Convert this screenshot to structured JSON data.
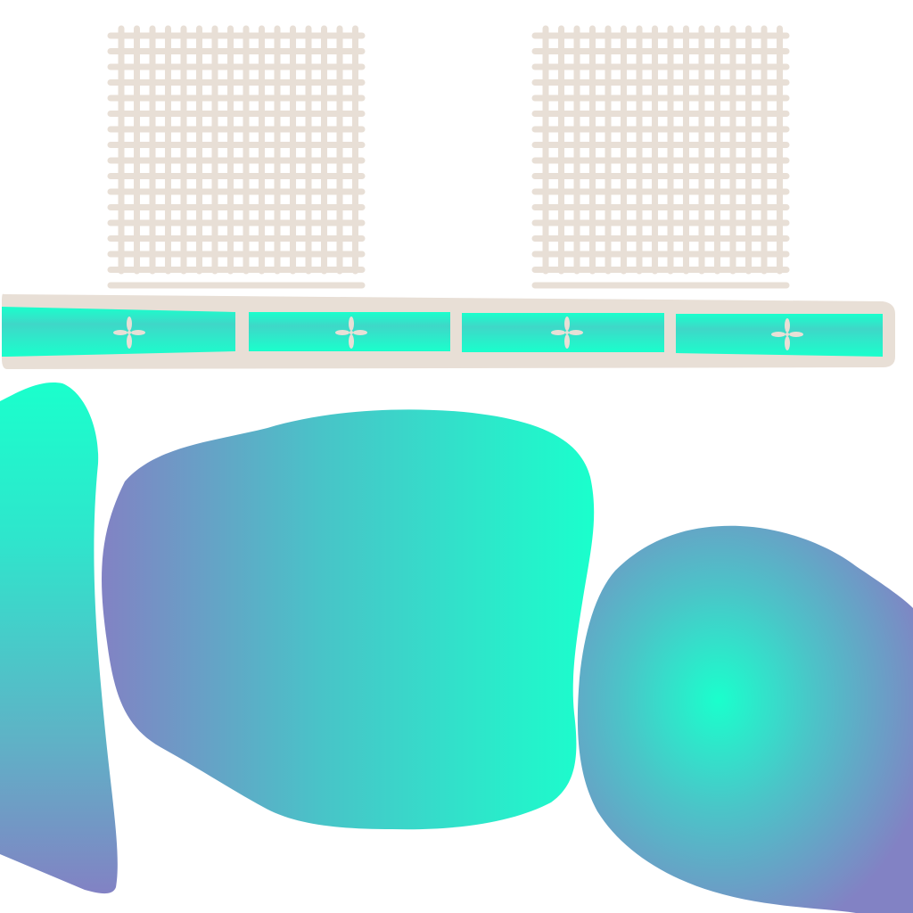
{
  "palette": {
    "background": "#ffffff",
    "woven": "#e8dfd6",
    "teal": "#1affcc",
    "violet": "#7f86c4",
    "petal": "#e8dfd6"
  },
  "elements": {
    "woven_patches": 2,
    "strip_cells": 4,
    "blobs": 3,
    "cell_icon": "flower-icon"
  }
}
